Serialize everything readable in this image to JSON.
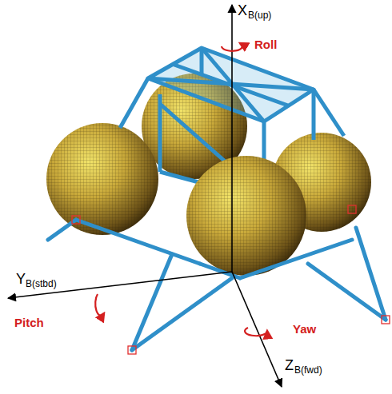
{
  "diagram": {
    "labels": [
      "X",
      "B(up)",
      "Roll",
      "Y",
      "B(stbd)",
      "Pitch",
      "Yaw",
      "Z",
      "B(fwd)"
    ]
  }
}
